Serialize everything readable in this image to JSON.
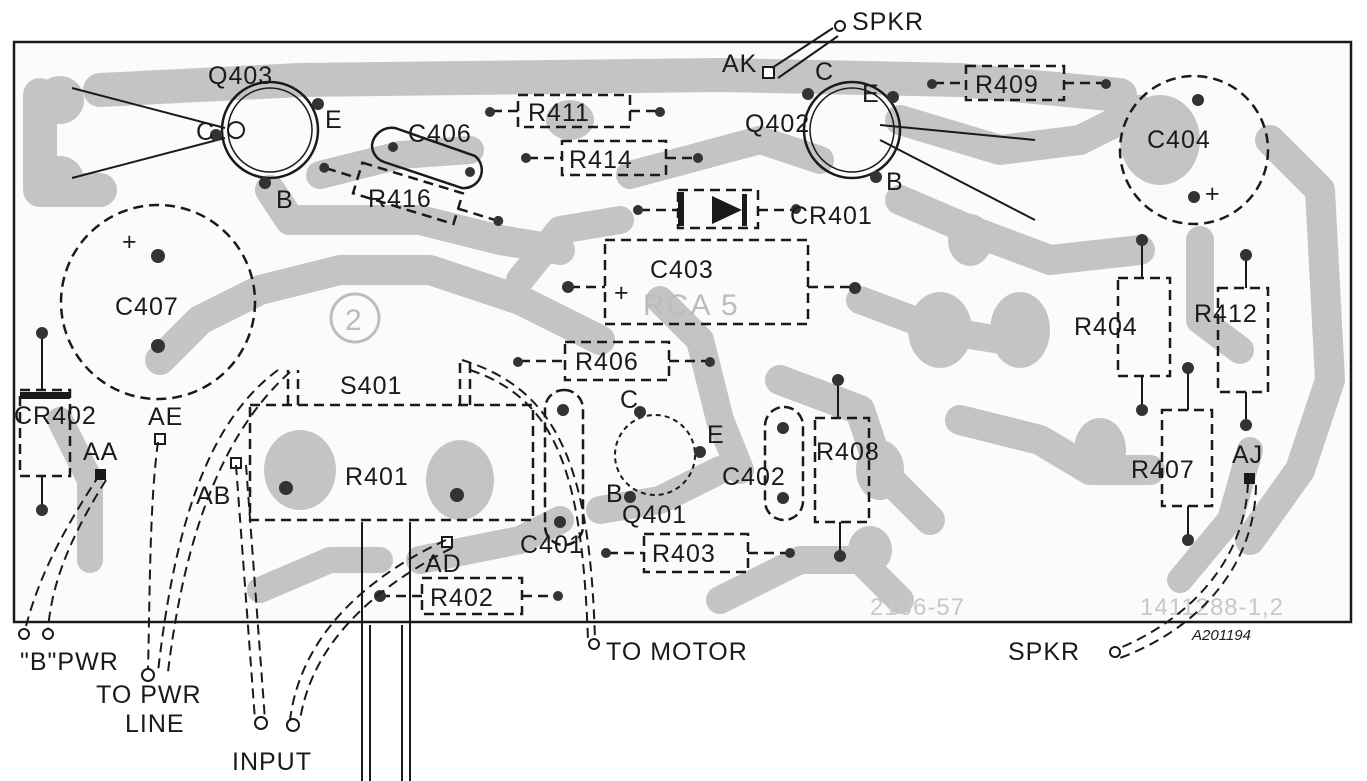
{
  "board": {
    "drawing_number": "A201194",
    "board_mark": "RCA 5",
    "board_circle_number": "2",
    "part_number_stamp": "1411288-1,2",
    "faint_mark": "2106-57"
  },
  "transistors": [
    {
      "ref": "Q403",
      "pins": [
        "E",
        "C",
        "B"
      ]
    },
    {
      "ref": "Q402",
      "pins": [
        "C",
        "E",
        "B"
      ]
    },
    {
      "ref": "Q401",
      "pins": [
        "C",
        "E",
        "B"
      ]
    }
  ],
  "resistors": [
    "R411",
    "R414",
    "R416",
    "R409",
    "R406",
    "R401",
    "R402",
    "R403",
    "R404",
    "R412",
    "R407",
    "R408"
  ],
  "capacitors": [
    {
      "ref": "C406"
    },
    {
      "ref": "C404",
      "polarity": "+"
    },
    {
      "ref": "C407",
      "polarity": "+"
    },
    {
      "ref": "C403",
      "polarity": "+"
    },
    {
      "ref": "C402"
    },
    {
      "ref": "C401"
    }
  ],
  "diodes": [
    "CR401",
    "CR402"
  ],
  "switch": "S401",
  "terminals": [
    "AK",
    "AA",
    "AE",
    "AB",
    "AD",
    "AJ"
  ],
  "external_connections": {
    "spkr_top": "SPKR",
    "spkr_bottom": "SPKR",
    "b_pwr": "\"B\"PWR",
    "to_pwr_line_1": "TO PWR",
    "to_pwr_line_2": "LINE",
    "input": "INPUT",
    "to_motor": "TO MOTOR"
  },
  "colors": {
    "trace": "#c4c4c4",
    "ink": "#1a1a1a",
    "background": "#ffffff"
  }
}
